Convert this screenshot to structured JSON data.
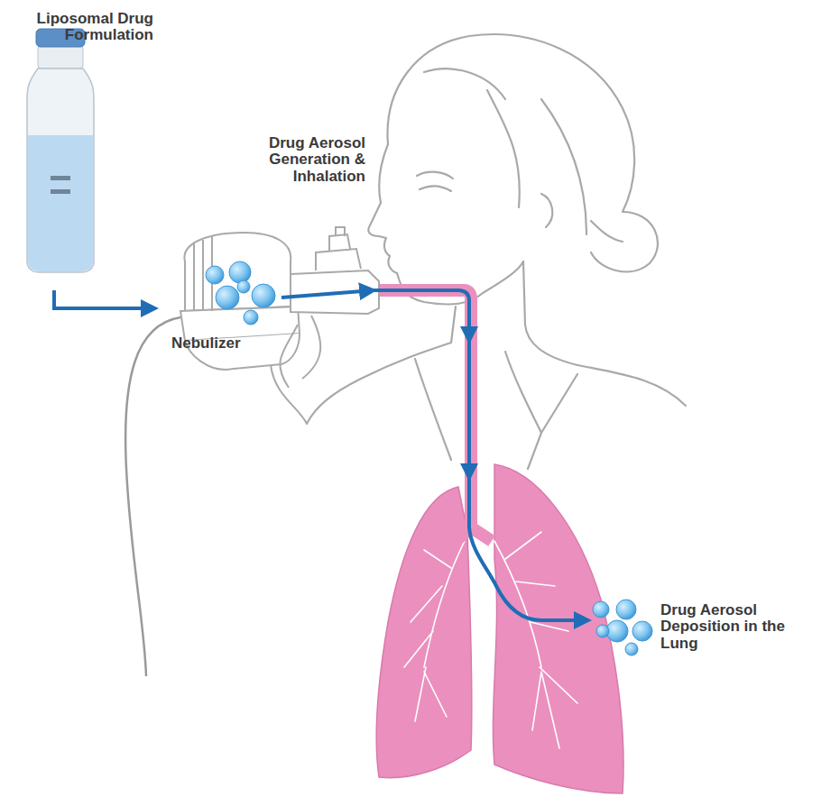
{
  "diagram": {
    "labels": [
      "Liposomal Drug Formulation",
      "Drug Aerosol Generation & Inhalation",
      "Nebulizer",
      "Drug Aerosol Deposition in the Lung"
    ]
  }
}
